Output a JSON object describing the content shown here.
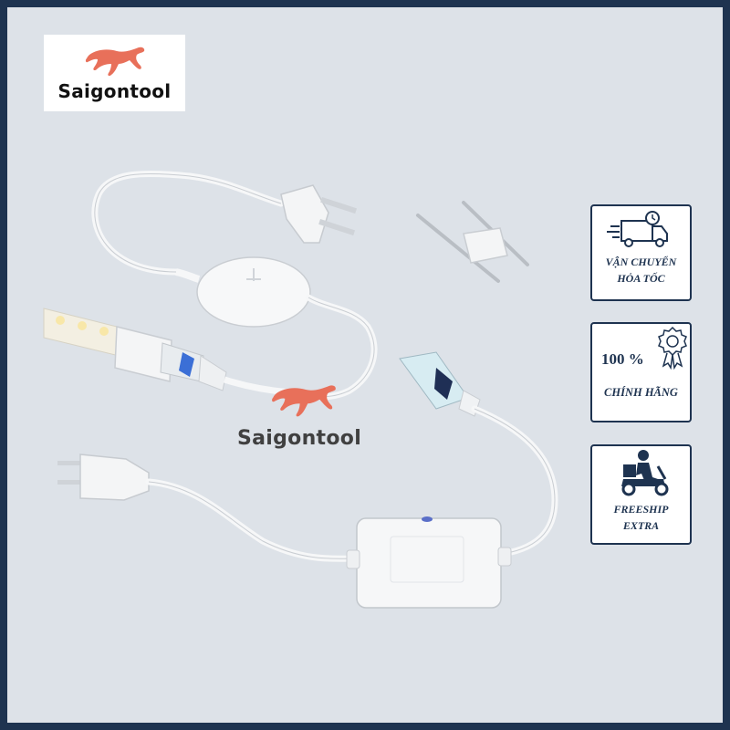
{
  "brand": {
    "logo_text": "Saigontool",
    "watermark_text": "Saigontool",
    "accent_color": "#e8705a",
    "frame_color": "#1e3350"
  },
  "badges": [
    {
      "icon": "delivery-truck-clock-icon",
      "line1": "VẬN CHUYỂN",
      "line2": "HỎA TỐC"
    },
    {
      "icon": "award-ribbon-icon",
      "percent": "100 %",
      "line1": "CHÍNH HÃNG"
    },
    {
      "icon": "delivery-scooter-icon",
      "line1": "FREESHIP",
      "line2": "EXTRA"
    }
  ]
}
